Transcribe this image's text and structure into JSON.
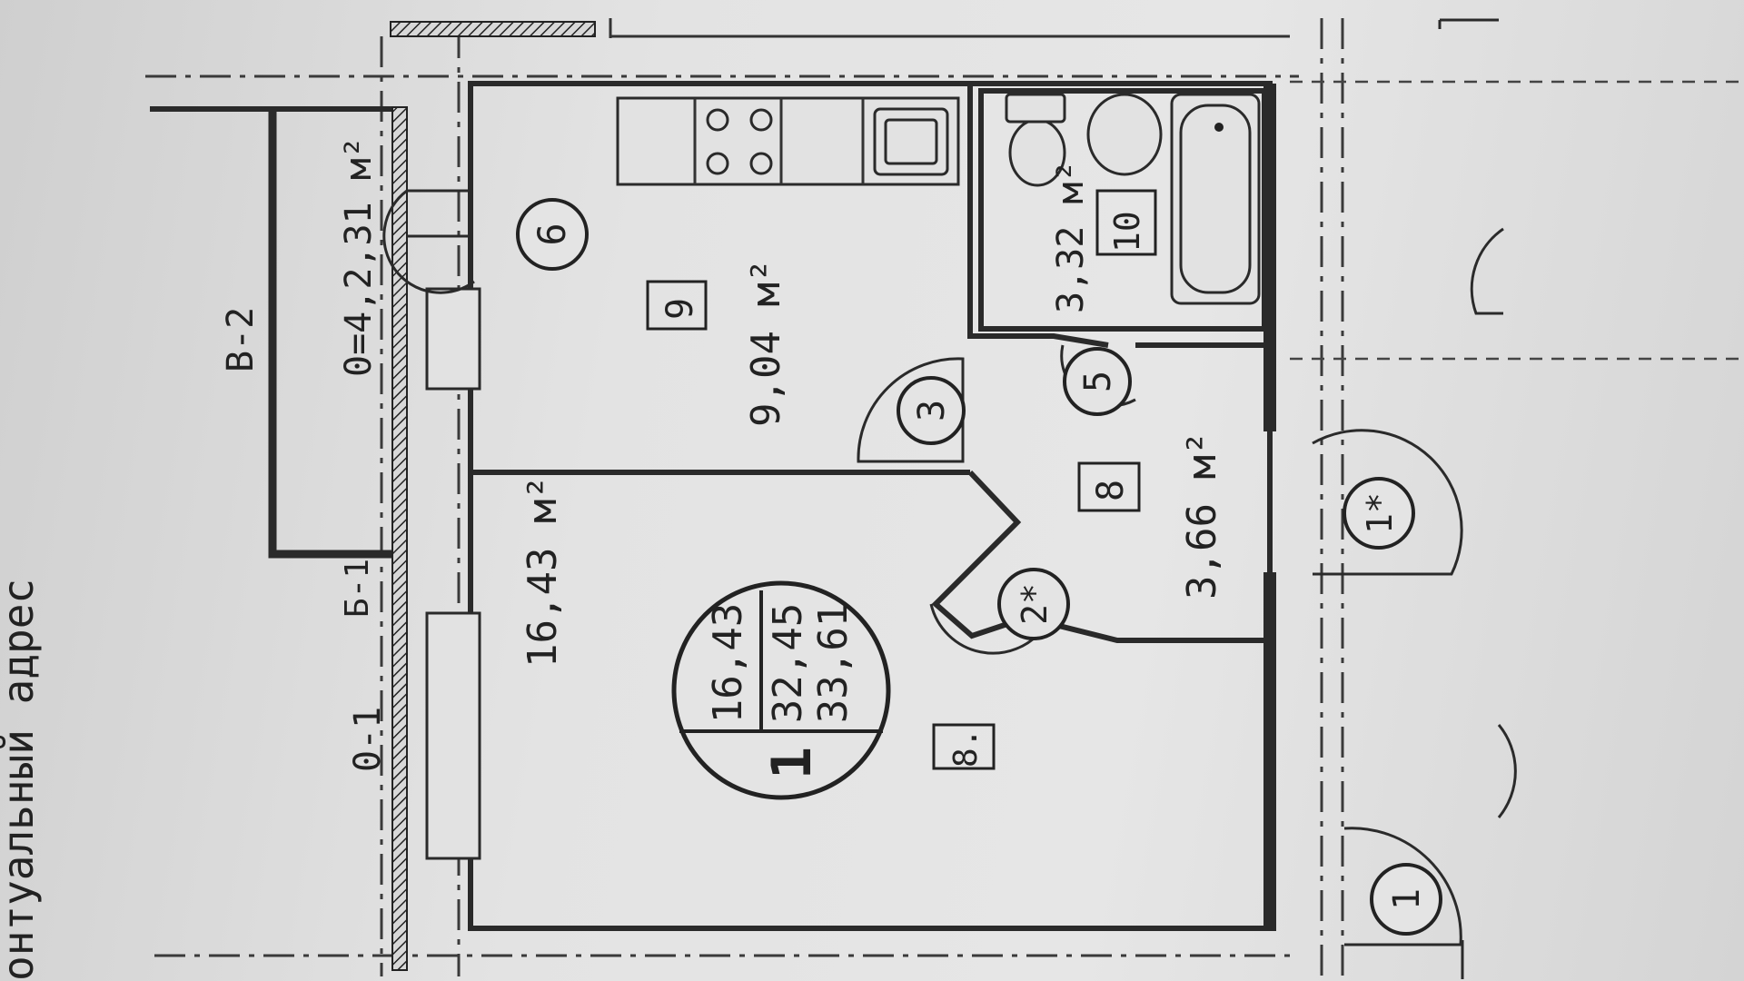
{
  "header": {
    "cut_text": "онтуальный адрес"
  },
  "rooms": {
    "living": {
      "number": "8.",
      "area": "16,43 м²"
    },
    "kitchen": {
      "number": "9",
      "area": "9,04 м²"
    },
    "hall": {
      "number": "8",
      "area": "3,66 м²"
    },
    "bath": {
      "number": "10",
      "area": "3,32 м²"
    },
    "loggia": {
      "area": "0=4,2,31 м²"
    }
  },
  "summary": {
    "apartment_no": "1",
    "living_area": "16,43",
    "total_area": "32,45",
    "total_with_loggia": "33,61"
  },
  "labels": {
    "window_1": "0-1",
    "window_2": "B-2",
    "balcony_door": "Б-1",
    "door_1": "1",
    "door_1_star": "1*",
    "door_2": "2*",
    "door_3": "3",
    "door_5": "5",
    "door_6": "6"
  }
}
